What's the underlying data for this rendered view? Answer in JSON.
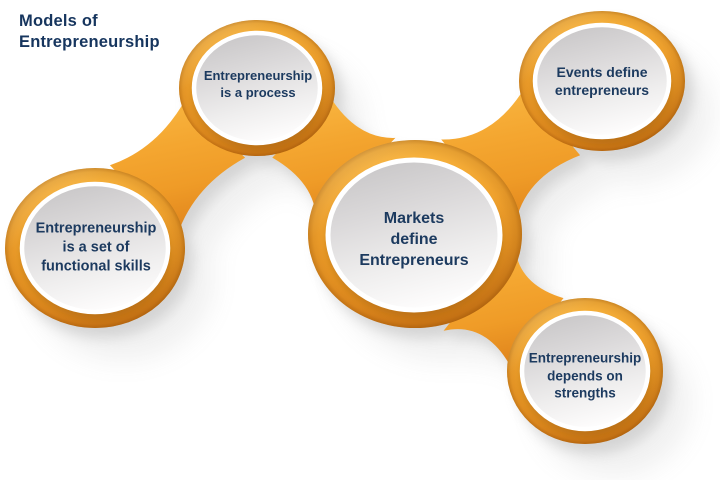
{
  "title": "Models of\nEntrepreneurship",
  "nodes": [
    {
      "id": "process",
      "label": "Entrepreneurship\nis a process"
    },
    {
      "id": "functional-skills",
      "label": "Entrepreneurship\nis a set of\nfunctional skills"
    },
    {
      "id": "markets",
      "label": "Markets\ndefine\nEntrepreneurs"
    },
    {
      "id": "events",
      "label": "Events define\nentrepreneurs"
    },
    {
      "id": "strengths",
      "label": "Entrepreneurship\ndepends on\nstrengths"
    }
  ],
  "connections": [
    {
      "from": "functional-skills",
      "to": "process"
    },
    {
      "from": "process",
      "to": "markets"
    },
    {
      "from": "markets",
      "to": "events"
    },
    {
      "from": "markets",
      "to": "strengths"
    }
  ],
  "colors": {
    "orange_main": "#F4A630",
    "orange_light": "#F9B742",
    "orange_dark": "#E1861D",
    "bubble_gray": "#D3D1D2",
    "bubble_white": "#FFFFFF",
    "text_navy": "#1C3A5F",
    "title_navy": "#16355E",
    "background": "#FFFFFF"
  }
}
